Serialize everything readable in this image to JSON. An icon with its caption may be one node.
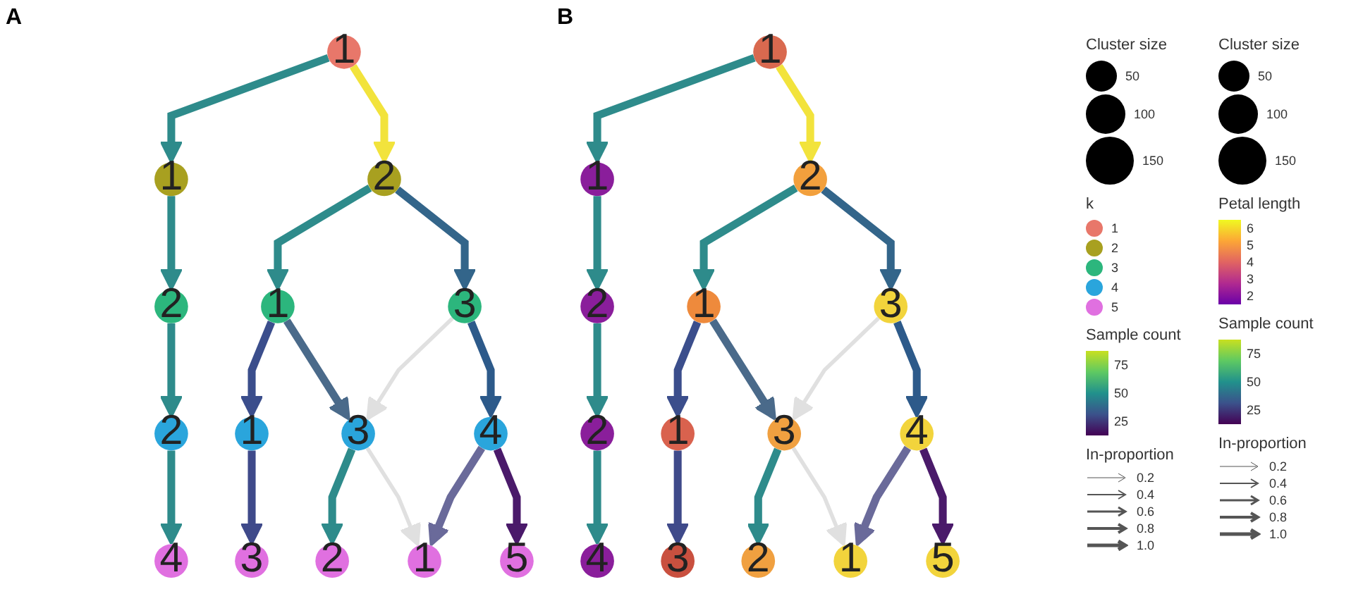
{
  "diagram": {
    "nodes": [
      {
        "text": [
          "1"
        ]
      },
      {
        "text": [
          "1"
        ]
      },
      {
        "text": [
          "2"
        ]
      },
      {
        "text": [
          "2"
        ]
      },
      {
        "text": [
          "1"
        ]
      },
      {
        "text": [
          "3"
        ]
      },
      {
        "text": [
          "2"
        ]
      },
      {
        "text": [
          "1"
        ]
      },
      {
        "text": [
          "3"
        ]
      },
      {
        "text": [
          "4"
        ]
      },
      {
        "text": [
          "4"
        ]
      },
      {
        "text": [
          "3"
        ]
      },
      {
        "text": [
          "2"
        ]
      },
      {
        "text": [
          "1"
        ]
      },
      {
        "text": [
          "5"
        ]
      },
      {
        "text": [
          "1"
        ]
      },
      {
        "text": [
          "1"
        ]
      },
      {
        "text": [
          "2"
        ]
      },
      {
        "text": [
          "2"
        ]
      },
      {
        "text": [
          "1"
        ]
      },
      {
        "text": [
          "3"
        ]
      },
      {
        "text": [
          "2"
        ]
      },
      {
        "text": [
          "1"
        ]
      },
      {
        "text": [
          "3"
        ]
      },
      {
        "text": [
          "4"
        ]
      },
      {
        "text": [
          "4"
        ]
      },
      {
        "text": [
          "3"
        ]
      },
      {
        "text": [
          "2"
        ]
      },
      {
        "text": [
          "1"
        ]
      },
      {
        "text": [
          "5"
        ]
      }
    ],
    "edges": [
      {
        "from": 0,
        "to": 1,
        "arrow": "to"
      },
      {
        "from": 0,
        "to": 2,
        "arrow": "to",
        "color": "#f2e33c"
      },
      {
        "from": 1,
        "to": 3,
        "arrow": "to"
      },
      {
        "from": 2,
        "to": 4,
        "arrow": "to"
      },
      {
        "from": 2,
        "to": 5,
        "arrow": "to",
        "color": "#33658a"
      },
      {
        "from": 3,
        "to": 6,
        "arrow": "to"
      },
      {
        "from": 4,
        "to": 7,
        "arrow": "to",
        "color": "#3b4e8c"
      },
      {
        "from": 4,
        "to": 8,
        "arrow": "to",
        "color": "#4a6a8a"
      },
      {
        "from": 5,
        "to": 8,
        "arrow": "to",
        "color": "#e0e0e0"
      },
      {
        "from": 5,
        "to": 9,
        "arrow": "to",
        "color": "#2d5a8a"
      },
      {
        "from": 6,
        "to": 10,
        "arrow": "to"
      },
      {
        "from": 7,
        "to": 11,
        "arrow": "to",
        "color": "#3f4a8a"
      },
      {
        "from": 8,
        "to": 12,
        "arrow": "to"
      },
      {
        "from": 8,
        "to": 13,
        "arrow": "to",
        "color": "#e0e0e0"
      },
      {
        "from": 9,
        "to": 13,
        "arrow": "to",
        "color": "#6a6a9a"
      },
      {
        "from": 9,
        "to": 14,
        "arrow": "to",
        "color": "#4a1a6a"
      },
      {
        "from": 15,
        "to": 16,
        "arrow": "to"
      },
      {
        "from": 15,
        "to": 17,
        "arrow": "to",
        "color": "#f2e33c"
      },
      {
        "from": 16,
        "to": 18,
        "arrow": "to"
      },
      {
        "from": 17,
        "to": 19,
        "arrow": "to"
      },
      {
        "from": 17,
        "to": 20,
        "arrow": "to",
        "color": "#33658a"
      },
      {
        "from": 18,
        "to": 21,
        "arrow": "to"
      },
      {
        "from": 19,
        "to": 22,
        "arrow": "to",
        "color": "#3b4e8c"
      },
      {
        "from": 19,
        "to": 23,
        "arrow": "to",
        "color": "#4a6a8a"
      },
      {
        "from": 20,
        "to": 23,
        "arrow": "to",
        "color": "#e0e0e0"
      },
      {
        "from": 20,
        "to": 24,
        "arrow": "to",
        "color": "#2d5a8a"
      },
      {
        "from": 21,
        "to": 25,
        "arrow": "to"
      },
      {
        "from": 22,
        "to": 26,
        "arrow": "to",
        "color": "#3f4a8a"
      },
      {
        "from": 23,
        "to": 27,
        "arrow": "to"
      },
      {
        "from": 23,
        "to": 28,
        "arrow": "to",
        "color": "#e0e0e0"
      },
      {
        "from": 24,
        "to": 28,
        "arrow": "to",
        "color": "#6a6a9a"
      },
      {
        "from": 24,
        "to": 29,
        "arrow": "to",
        "color": "#4a1a6a"
      }
    ],
    "labels": [
      "A",
      "Cluster size",
      "k",
      "Sample count",
      "75",
      "50",
      "25",
      "In-proportion",
      "B",
      "Cluster size",
      "Petal length",
      "6",
      "5",
      "4",
      "3",
      "2",
      "Sample count",
      "75",
      "50",
      "25",
      "In-proportion"
    ],
    "legend": [
      {
        "text": "50"
      },
      {
        "text": "100"
      },
      {
        "text": "150"
      },
      {
        "text": "1",
        "color": "#e8776a"
      },
      {
        "text": "2",
        "color": "#a8a020"
      },
      {
        "text": "3",
        "color": "#2cb67d"
      },
      {
        "text": "4",
        "color": "#2aa5dc"
      },
      {
        "text": "5",
        "color": "#e070e0"
      },
      {
        "text": "0.2"
      },
      {
        "text": "0.4"
      },
      {
        "text": "0.6"
      },
      {
        "text": "0.8"
      },
      {
        "text": "1.0"
      },
      {
        "text": "50"
      },
      {
        "text": "100"
      },
      {
        "text": "150"
      },
      {
        "text": "0.2"
      },
      {
        "text": "0.4"
      },
      {
        "text": "0.6"
      },
      {
        "text": "0.8"
      },
      {
        "text": "1.0"
      }
    ]
  }
}
